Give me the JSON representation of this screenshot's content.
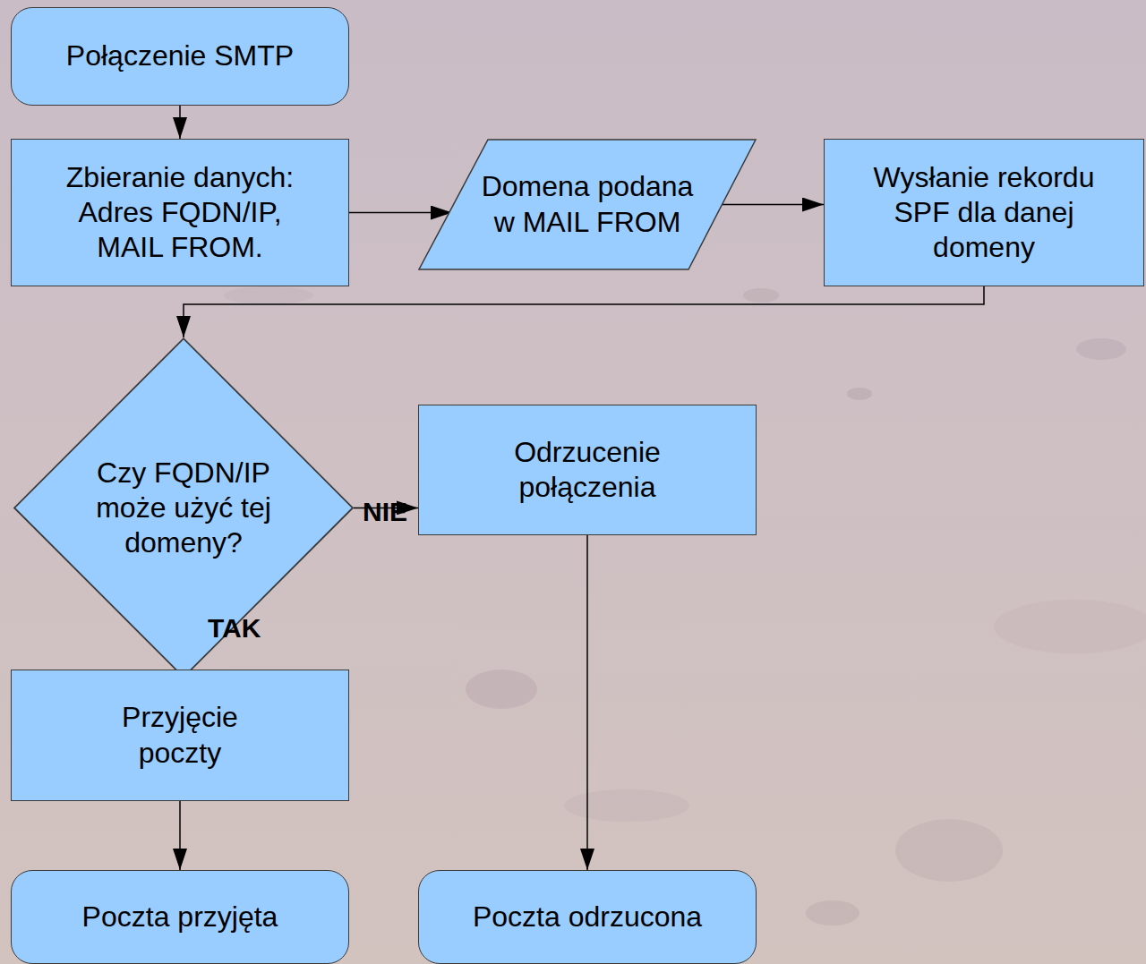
{
  "diagram": {
    "nodes": [
      {
        "text": [
          "Połączenie SMTP"
        ]
      },
      {
        "text": [
          "Zbieranie danych: Adres FQDN/IP, MAIL FROM."
        ]
      },
      {
        "text": [
          "Domena podana w MAIL FROM"
        ]
      },
      {
        "text": [
          "Wysłanie rekordu SPF dla danej domeny"
        ]
      },
      {
        "text": [
          "Czy FQDN/IP może użyć tej domeny?"
        ]
      },
      {
        "text": [
          "Odrzucenie połączenia"
        ]
      },
      {
        "text": [
          "Przyjęcie poczty"
        ]
      },
      {
        "text": [
          "Poczta przyjęta"
        ]
      },
      {
        "text": [
          "Poczta odrzucona"
        ]
      }
    ],
    "edges": [
      {
        "from": 0,
        "to": 1,
        "arrow": "to"
      },
      {
        "from": 1,
        "to": 2,
        "arrow": "to"
      },
      {
        "from": 2,
        "to": 3,
        "arrow": "to"
      },
      {
        "from": 3,
        "to": 4,
        "arrow": "to"
      },
      {
        "from": 4,
        "to": 5,
        "label": "NIE",
        "arrow": "to"
      },
      {
        "from": 4,
        "to": 6,
        "label": "TAK",
        "arrow": "to"
      },
      {
        "from": 6,
        "to": 7,
        "arrow": "to"
      },
      {
        "from": 5,
        "to": 8,
        "arrow": "to"
      }
    ]
  }
}
